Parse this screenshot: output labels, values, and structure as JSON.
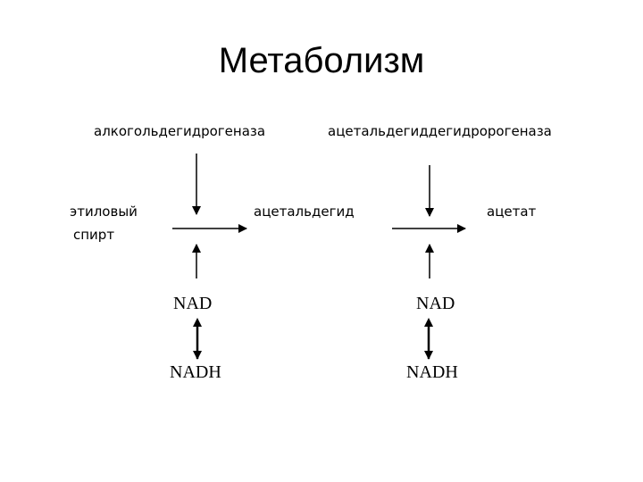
{
  "slide": {
    "title": "Метаболизм"
  },
  "diagram": {
    "enzyme_1": "алкогольдегидрогеназа",
    "enzyme_2": "ацетальдегиддегидророгеназа",
    "substrate_line1": "этиловый",
    "substrate_line2": "спирт",
    "intermediate": "ацетальдегид",
    "product": "ацетат",
    "cofactor_1_oxidized": "NAD",
    "cofactor_1_reduced": "NADH",
    "cofactor_2_oxidized": "NAD",
    "cofactor_2_reduced": "NADH"
  },
  "colors": {
    "text": "#000000",
    "background": "#ffffff"
  }
}
